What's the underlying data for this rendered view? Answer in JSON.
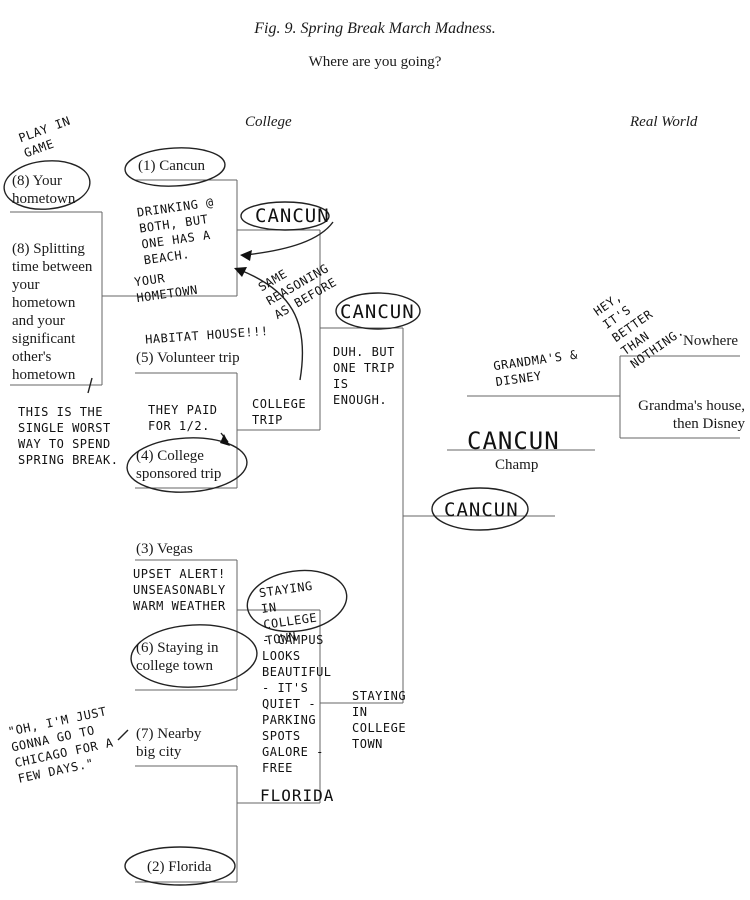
{
  "title": "Fig. 9. Spring Break March Madness.",
  "subtitle": "Where are you going?",
  "columns": {
    "left": "College",
    "right": "Real World"
  },
  "teams": {
    "seed1": "(1) Cancun",
    "seed8a": "(8) Your hometown",
    "seed8b": "(8) Splitting time between your hometown and your significant other's hometown",
    "seed5": "(5) Volunteer trip",
    "seed4": "(4) College sponsored trip",
    "seed3": "(3) Vegas",
    "seed6": "(6) Staying in college town",
    "seed7": "(7) Nearby big city",
    "seed2": "(2) Florida",
    "nowhere": "Nowhere",
    "grandma": "Grandma's house, then Disney",
    "champ_label": "Champ"
  },
  "handwriting": {
    "play_in": "PLAY IN GAME",
    "drinking": "DRINKING @ BOTH, BUT ONE HAS A BEACH.",
    "your_hometown": "YOUR HOMETOWN",
    "cancun_r1": "CANCUN",
    "same_reasoning": "SAME REASONING AS BEFORE",
    "cancun_r2": "CANCUN",
    "duh": "DUH. BUT ONE TRIP IS ENOUGH.",
    "habitat": "HABITAT HOUSE!!!",
    "they_paid": "THEY PAID FOR 1/2.",
    "college_trip": "COLLEGE TRIP",
    "worst": "THIS IS THE SINGLE WORST WAY TO SPEND SPRING BREAK.",
    "upset": "UPSET ALERT! UNSEASONABLY WARM WEATHER",
    "staying_r1": "STAYING IN COLLEGE TOWN",
    "reasons": "- CAMPUS LOOKS BEAUTIFUL - IT'S QUIET - PARKING SPOTS GALORE - FREE",
    "staying_r2": "STAYING IN COLLEGE TOWN",
    "chicago": "\"OH, I'M JUST GONNA GO TO CHICAGO FOR A FEW DAYS.\"",
    "florida": "FLORIDA",
    "cancun_final": "CANCUN",
    "cancun_champ": "CANCUN",
    "grandmas_disney": "GRANDMA'S & DISNEY",
    "better": "HEY, IT'S BETTER THAN NOTHING."
  },
  "colors": {
    "ink": "#111111",
    "line": "#555555"
  }
}
